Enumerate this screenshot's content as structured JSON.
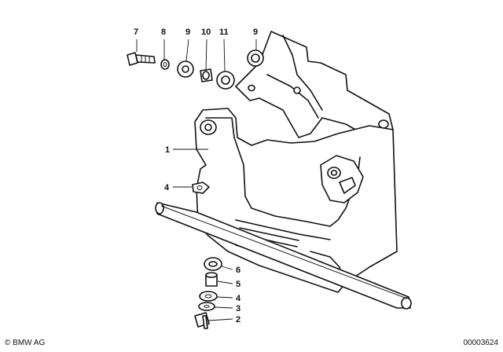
{
  "diagram": {
    "callouts": [
      {
        "id": "c7",
        "text": "7"
      },
      {
        "id": "c8",
        "text": "8"
      },
      {
        "id": "c9a",
        "text": "9"
      },
      {
        "id": "c10",
        "text": "10"
      },
      {
        "id": "c11",
        "text": "11"
      },
      {
        "id": "c9b",
        "text": "9"
      },
      {
        "id": "c1",
        "text": "1"
      },
      {
        "id": "c4a",
        "text": "4"
      },
      {
        "id": "c6",
        "text": "6"
      },
      {
        "id": "c5",
        "text": "5"
      },
      {
        "id": "c4b",
        "text": "4"
      },
      {
        "id": "c3",
        "text": "3"
      },
      {
        "id": "c2",
        "text": "2"
      }
    ]
  },
  "footer": {
    "copyright": "© BMW AG",
    "doc_number": "00003624"
  }
}
